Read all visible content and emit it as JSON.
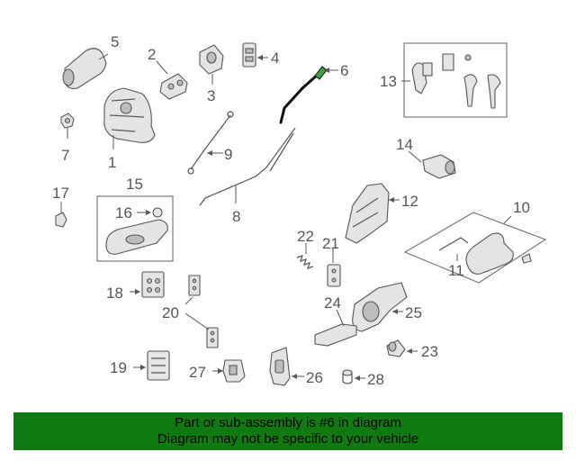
{
  "callouts": [
    "1",
    "2",
    "3",
    "4",
    "5",
    "6",
    "7",
    "8",
    "9",
    "10",
    "11",
    "12",
    "13",
    "14",
    "15",
    "16",
    "17",
    "20",
    "21",
    "22",
    "23",
    "24",
    "25",
    "26",
    "27",
    "28",
    "18",
    "19"
  ],
  "banner": {
    "line1": "Part or sub-assembly is #6 in diagram",
    "line2": "Diagram may not be specific to your vehicle"
  },
  "colors": {
    "banner_bg": "#0f7a0f",
    "highlight": "#3ea03e"
  }
}
